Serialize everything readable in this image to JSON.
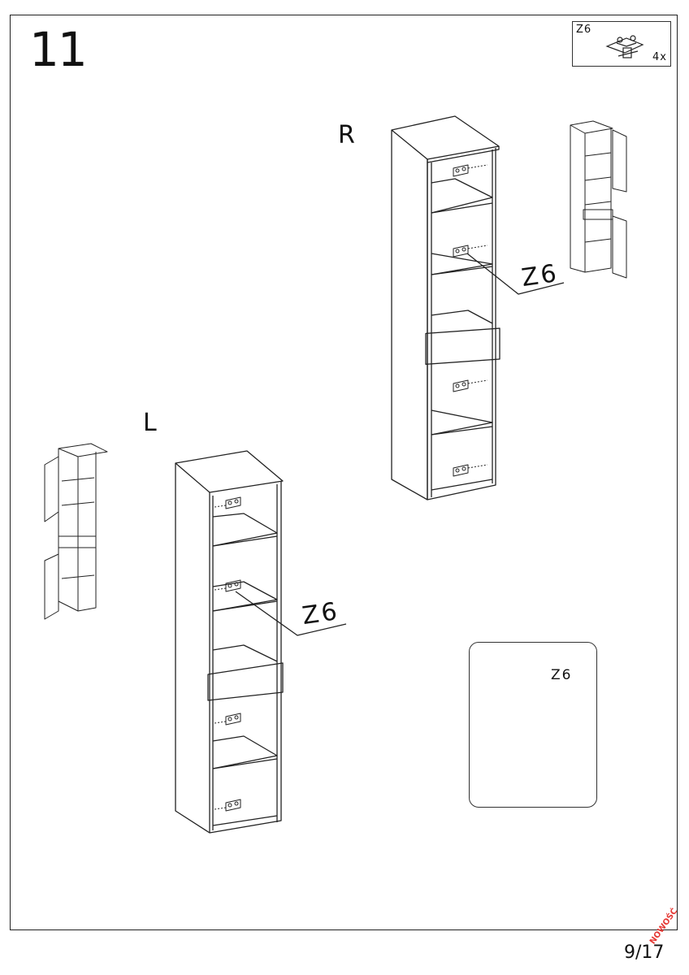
{
  "step_number": "11",
  "part_box": {
    "code": "Z6",
    "quantity": "4x",
    "icon": "hinge-plate-icon"
  },
  "variants": {
    "right_label": "R",
    "left_label": "L"
  },
  "callouts": {
    "right": "Z6",
    "left": "Z6",
    "inset": "Z6"
  },
  "footer": {
    "page": "9/17",
    "badge": "NOWOŚĆ"
  },
  "icons": {
    "right_overview": "cabinet-overview-icon",
    "left_overview": "cabinet-overview-icon",
    "screwdriver": "screwdriver-icon"
  }
}
